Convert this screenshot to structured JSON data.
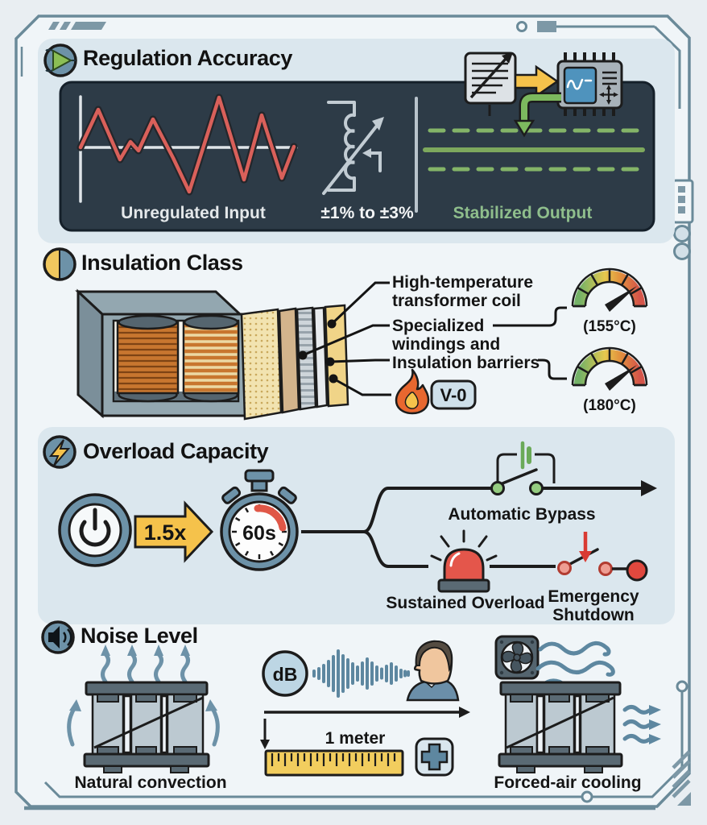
{
  "icons": {
    "header_icons": [
      "regulation-target-icon",
      "insulation-halfcircle-icon",
      "overload-lightning-icon",
      "noise-speaker-icon"
    ],
    "graphics": [
      "chart-document-icon",
      "controller-chip-icon",
      "flame-icon",
      "temperature-gauge-icon",
      "power-button-icon",
      "stopwatch-icon",
      "siren-icon",
      "switch-icon",
      "fan-icon",
      "ruler-icon",
      "medical-cross-icon",
      "db-badge-icon",
      "person-profile-icon"
    ],
    "accent_colors": {
      "red": "#d9605a",
      "green": "#7da85d",
      "yellow": "#f5c24b",
      "steel_blue": "#6d92a8",
      "dark_panel": "#2d3b47"
    }
  },
  "regulation": {
    "title": "Regulation Accuracy",
    "input_label": "Unregulated Input",
    "tolerance_label": "±1% to ±3%",
    "output_label": "Stabilized Output"
  },
  "insulation": {
    "title": "Insulation Class",
    "callout_coil": [
      "High-temperature",
      "transformer coil"
    ],
    "callout_windings": [
      "Specialized",
      "windings and",
      "Insulation barriers"
    ],
    "flammability_rating": "V-0",
    "gauge_low": "(155°C)",
    "gauge_high": "(180°C)"
  },
  "overload": {
    "title": "Overload Capacity",
    "multiplier": "1.5x",
    "duration": "60s",
    "bypass_label": "Automatic Bypass",
    "sustained_label": "Sustained Overload",
    "emergency_label": [
      "Emergency",
      "Shutdown"
    ]
  },
  "noise": {
    "title": "Noise Level",
    "unit": "dB",
    "distance_label": "1 meter",
    "left_label": "Natural convection",
    "right_label": "Forced-air cooling"
  }
}
